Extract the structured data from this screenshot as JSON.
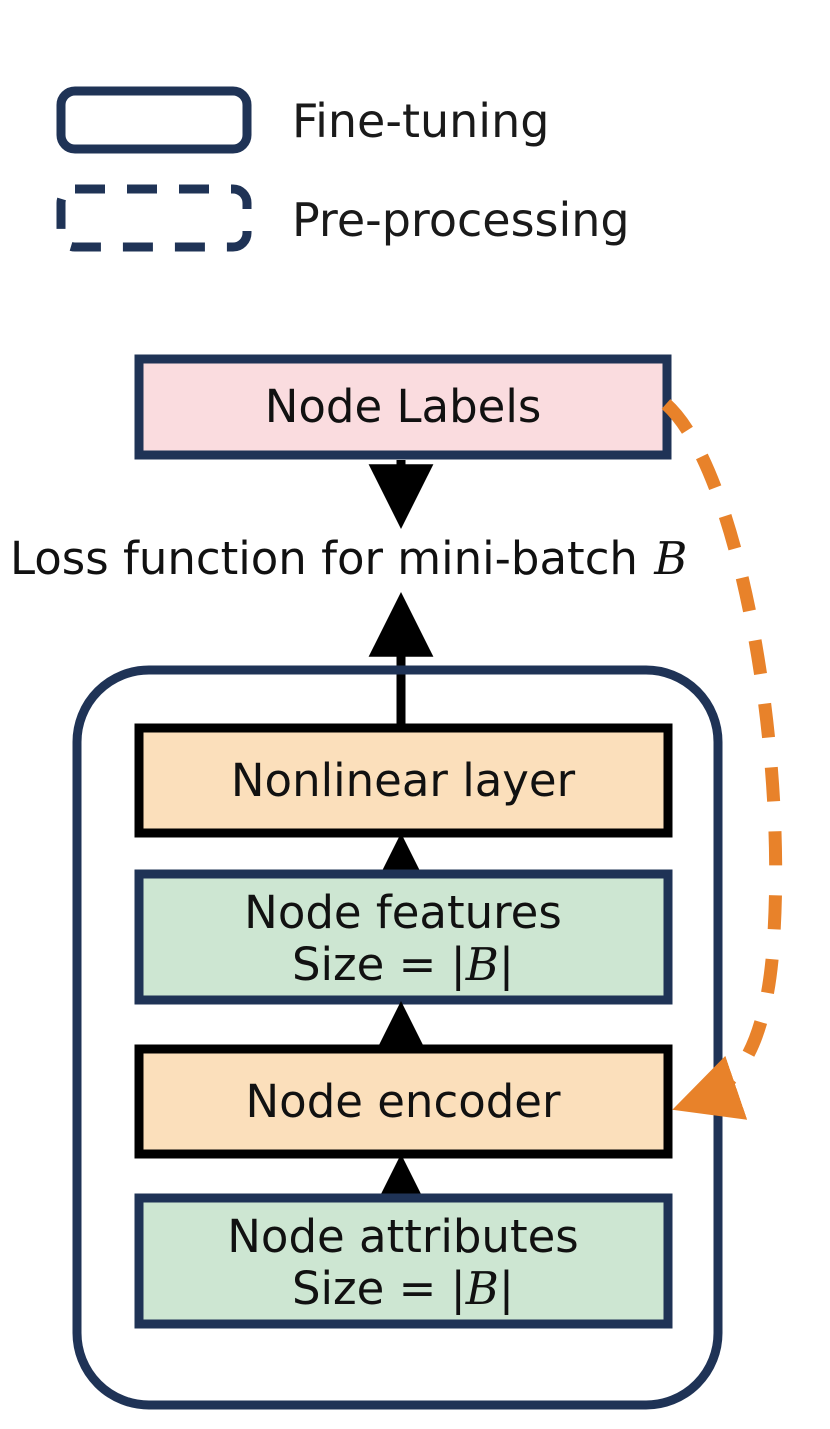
{
  "legend": {
    "items": [
      {
        "style": "solid",
        "label": "Fine-tuning",
        "border_color": "#1F3356"
      },
      {
        "style": "dashed",
        "label": "Pre-processing",
        "border_color": "#1F3356"
      }
    ]
  },
  "diagram": {
    "loss_label_prefix": "Loss function for mini-batch ",
    "loss_label_symbol": "B",
    "size_prefix": "Size = |",
    "size_symbol": "B",
    "size_suffix": "|",
    "nodes": [
      {
        "id": "node-labels",
        "label": "Node Labels",
        "fill": "#FADCDF",
        "border": "#1F3356",
        "group": "fine-tuning"
      },
      {
        "id": "nonlinear-layer",
        "label": "Nonlinear layer",
        "fill": "#FBDFBB",
        "border": "#000000",
        "group": "pre-processing-target"
      },
      {
        "id": "node-features",
        "label": "Node features",
        "sublabel": "Size = |B|",
        "fill": "#CDE6D2",
        "border": "#1F3356",
        "group": "fine-tuning"
      },
      {
        "id": "node-encoder",
        "label": "Node encoder",
        "fill": "#FBDFBB",
        "border": "#000000",
        "group": "pre-processing-target"
      },
      {
        "id": "node-attributes",
        "label": "Node attributes",
        "sublabel": "Size = |B|",
        "fill": "#CDE6D2",
        "border": "#1F3356",
        "group": "fine-tuning"
      }
    ],
    "edges": [
      {
        "from": "node-labels",
        "to": "loss-function",
        "color": "#000000",
        "style": "solid"
      },
      {
        "from": "loss-function",
        "to": "nonlinear-layer",
        "color": "#000000",
        "style": "solid"
      },
      {
        "from": "node-features",
        "to": "nonlinear-layer",
        "color": "#000000",
        "style": "solid"
      },
      {
        "from": "node-encoder",
        "to": "node-features",
        "color": "#000000",
        "style": "solid"
      },
      {
        "from": "node-attributes",
        "to": "node-encoder",
        "color": "#000000",
        "style": "solid"
      },
      {
        "from": "node-labels",
        "to": "node-encoder",
        "color": "#E8822A",
        "style": "dashed"
      }
    ],
    "container": {
      "border": "#1F3356",
      "label": "fine-tuning-container"
    }
  },
  "colors": {
    "navy": "#1F3356",
    "orange_accent": "#E8822A",
    "orange_fill": "#FBDFBB",
    "green_fill": "#CDE6D2",
    "pink_fill": "#FADCDF",
    "black": "#000000"
  }
}
